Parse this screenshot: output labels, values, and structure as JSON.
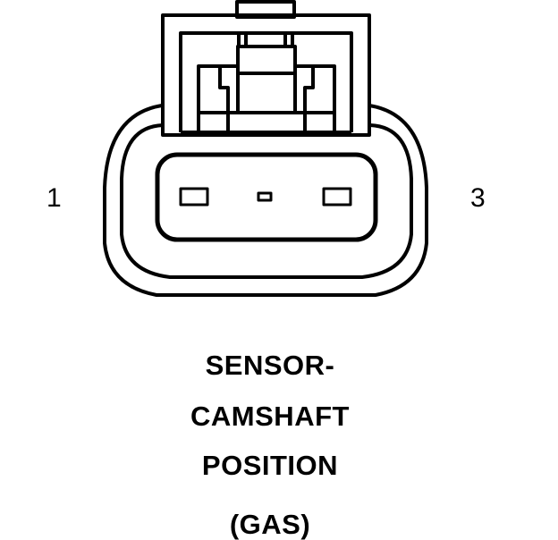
{
  "connector": {
    "pin_labels": {
      "left": "1",
      "right": "3"
    }
  },
  "caption": {
    "line1": "SENSOR-",
    "line2": "CAMSHAFT",
    "line3": "POSITION",
    "line4": "(GAS)"
  },
  "colors": {
    "stroke": "#000000",
    "background": "#ffffff"
  }
}
